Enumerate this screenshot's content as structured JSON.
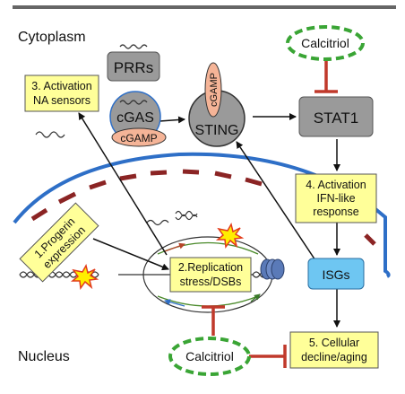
{
  "regions": {
    "cytoplasm": "Cytoplasm",
    "nucleus": "Nucleus"
  },
  "nodes": {
    "prrs": "PRRs",
    "cgas": "cGAS",
    "cgamp_a": "cGAMP",
    "cgamp_b": "cGAMP",
    "sting": "STING",
    "stat1": "STAT1",
    "calcitriol_top": "Calcitriol",
    "calcitriol_bottom": "Calcitriol",
    "isgs": "ISGs"
  },
  "boxes": {
    "activation_na": [
      "3. Activation",
      "NA sensors"
    ],
    "activation_ifn": [
      "4. Activation",
      "IFN-like",
      "response"
    ],
    "progerin": [
      "1.Progerin",
      "expression"
    ],
    "replication": [
      "2.Replication",
      "stress/DSBs"
    ],
    "cellular": [
      "5. Cellular",
      "decline/aging"
    ]
  },
  "colors": {
    "yellow_box": "#ffff99",
    "gray_node": "#9a9a9a",
    "cgamp_fill": "#f5b497",
    "isgs_fill": "#6ec6f2",
    "calcitriol_ring": "#3aa535",
    "inhibitor": "#c0392b",
    "nuclear_envelope": "#2e6fc7",
    "lamina": "#9c2b2b"
  }
}
